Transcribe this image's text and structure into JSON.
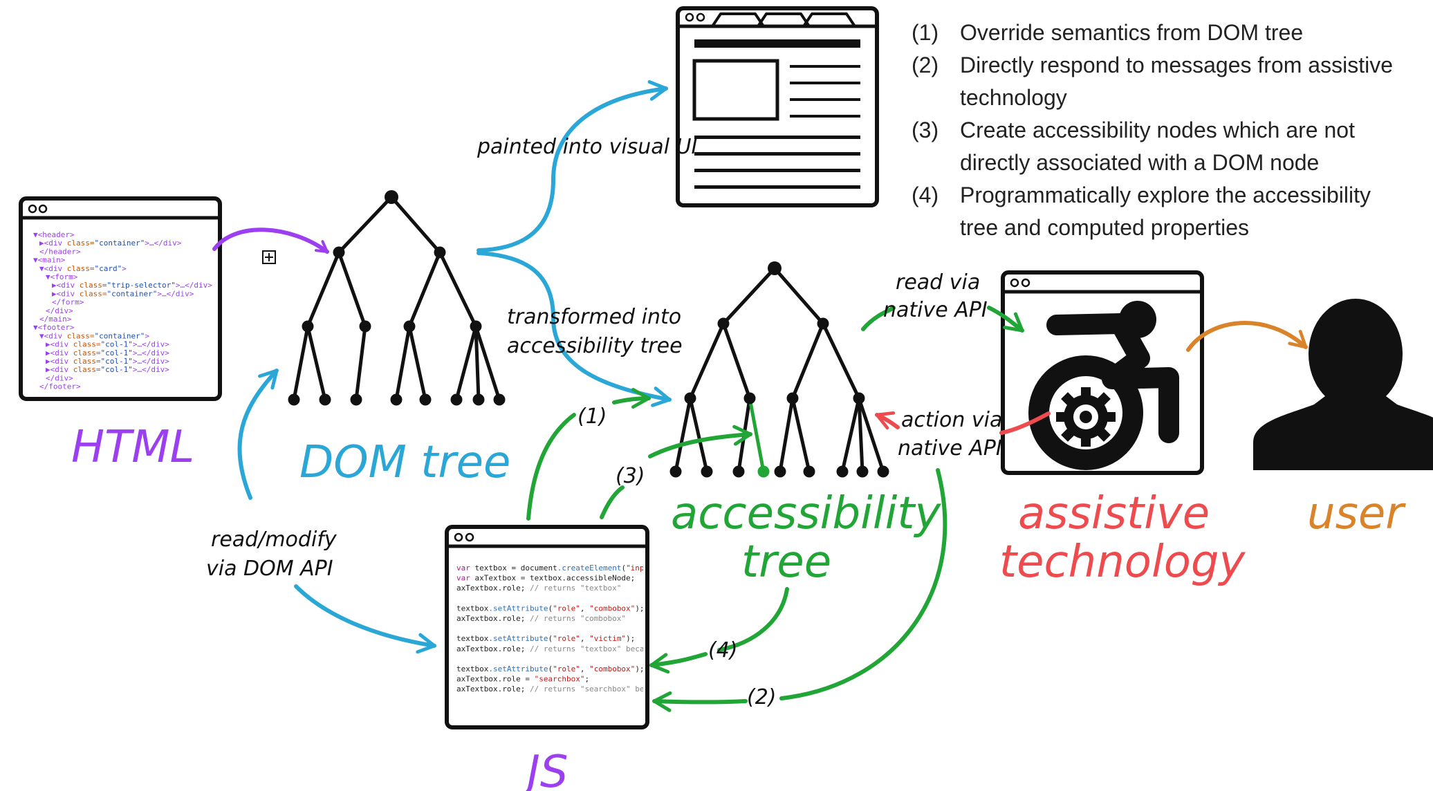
{
  "colors": {
    "html": "#9b3ff0",
    "dom": "#2aa7d6",
    "accessibility": "#21a536",
    "assistive": "#ee4b4f",
    "user": "#d9842a",
    "ink": "#111111"
  },
  "labels": {
    "html": "HTML",
    "dom_tree": "DOM tree",
    "accessibility_line1": "accessibility",
    "accessibility_line2": "tree",
    "assistive_line1": "assistive",
    "assistive_line2": "technology",
    "user": "user",
    "js": "JS"
  },
  "edges": {
    "painted": "painted into visual UI",
    "transformed_line1": "transformed into",
    "transformed_line2": "accessibility tree",
    "read_native_line1": "read via",
    "read_native_line2": "native API",
    "action_native_line1": "action via",
    "action_native_line2": "native API",
    "read_modify_line1": "read/modify",
    "read_modify_line2": "via DOM API",
    "step1": "(1)",
    "step2": "(2)",
    "step3": "(3)",
    "step4": "(4)"
  },
  "legend": [
    {
      "num": "(1)",
      "lines": [
        "Override semantics from DOM tree"
      ]
    },
    {
      "num": "(2)",
      "lines": [
        "Directly respond to messages from assistive",
        "technology"
      ]
    },
    {
      "num": "(3)",
      "lines": [
        "Create accessibility nodes which are not",
        "directly associated with a DOM node"
      ]
    },
    {
      "num": "(4)",
      "lines": [
        "Programmatically explore the accessibility",
        "tree and computed properties"
      ]
    }
  ],
  "html_code": [
    {
      "indent": 0,
      "text": "▼<header>"
    },
    {
      "indent": 1,
      "text": "▶<div class=\"container\">…</div>"
    },
    {
      "indent": 1,
      "text": "</header>"
    },
    {
      "indent": 0,
      "text": "▼<main>"
    },
    {
      "indent": 1,
      "text": "▼<div class=\"card\">"
    },
    {
      "indent": 2,
      "text": "▼<form>"
    },
    {
      "indent": 3,
      "text": "▶<div class=\"trip-selector\">…</div>"
    },
    {
      "indent": 3,
      "text": "▶<div class=\"container\">…</div>"
    },
    {
      "indent": 3,
      "text": "</form>"
    },
    {
      "indent": 2,
      "text": "</div>"
    },
    {
      "indent": 1,
      "text": "</main>"
    },
    {
      "indent": 0,
      "text": "▼<footer>"
    },
    {
      "indent": 1,
      "text": "▼<div class=\"container\">"
    },
    {
      "indent": 2,
      "text": "▶<div class=\"col-1\">…</div>"
    },
    {
      "indent": 2,
      "text": "▶<div class=\"col-1\">…</div>"
    },
    {
      "indent": 2,
      "text": "▶<div class=\"col-1\">…</div>"
    },
    {
      "indent": 2,
      "text": "▶<div class=\"col-1\">…</div>"
    },
    {
      "indent": 2,
      "text": "</div>"
    },
    {
      "indent": 1,
      "text": "</footer>"
    }
  ],
  "js_code": [
    "var textbox = document.createElement(\"input",
    "var axTextbox = textbox.accessibleNode;",
    "axTextbox.role;  // returns \"textbox\"",
    "",
    "textbox.setAttribute(\"role\", \"combobox\");",
    "axTextbox.role;  // returns \"combobox\"",
    "",
    "textbox.setAttribute(\"role\", \"victim\");",
    "axTextbox.role;  // returns \"textbox\" becau",
    "",
    "textbox.setAttribute(\"role\", \"combobox\");",
    "axTextbox.role = \"searchbox\";",
    "axTextbox.role;  // returns \"searchbox\" bec"
  ],
  "expand_icon": "plus-square-icon"
}
